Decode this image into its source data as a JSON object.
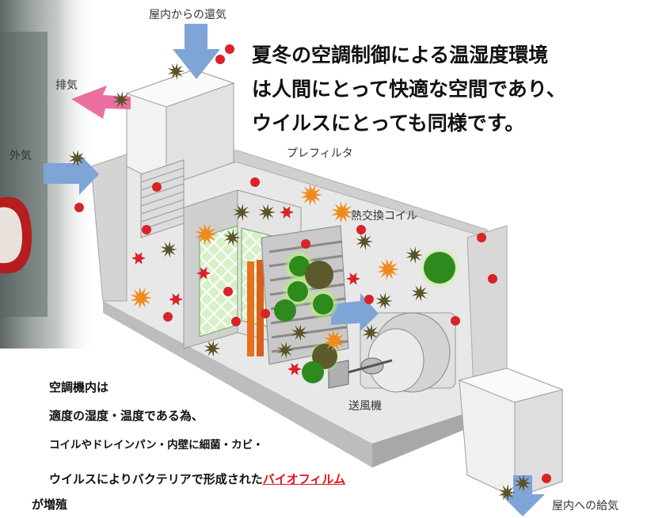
{
  "labels": {
    "return_air": "屋内からの還気",
    "exhaust": "排気",
    "outside_air": "外気",
    "prefilter": "プレフィルタ",
    "heat_exchange_coil": "熱交換コイル",
    "fan": "送風機",
    "supply_air": "屋内への給気"
  },
  "headline": {
    "line1": "夏冬の空調制御による温湿度環境",
    "line2": "は人間にとって快適な空間であり、",
    "line3": "ウイルスにとっても同様です。"
  },
  "note": {
    "line1": "空調機内は",
    "line2": "適度の湿度・温度である為、",
    "line3": "コイルやドレインパン・内壁に細菌・カビ・",
    "line4_prefix": "ウイルスによりバクテリアで形成された",
    "line4_highlight": "バイオフィルム",
    "line5": "が増殖"
  },
  "colors": {
    "highlight": "#e0161b",
    "arrow_blue": "#7fa4d6",
    "arrow_pink": "#ea6fa0",
    "germ_dark": "#5a5326",
    "germ_orange": "#f08a1f",
    "germ_red": "#d8232a",
    "mold_green": "#2f8a1e",
    "duct_gray": "#e4e4e4"
  },
  "icons": [
    "virus-icon",
    "bacteria-icon",
    "mold-colony-icon",
    "airflow-arrow-icon"
  ]
}
